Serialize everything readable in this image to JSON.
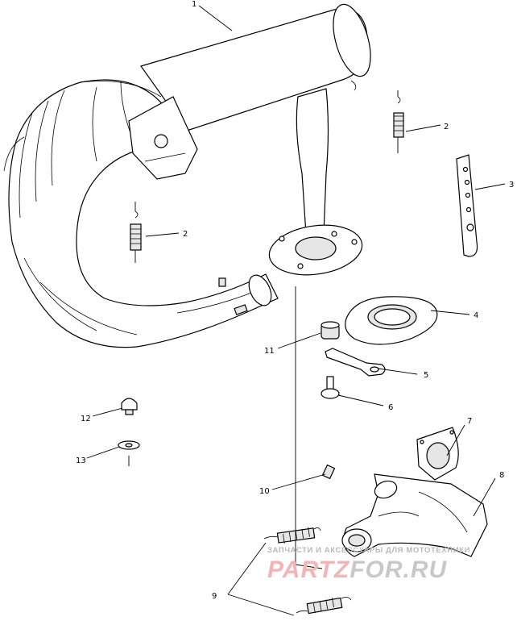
{
  "callouts": {
    "c1": "1",
    "c2a": "2",
    "c2b": "2",
    "c3": "3",
    "c4": "4",
    "c5": "5",
    "c6": "6",
    "c7": "7",
    "c8": "8",
    "c9": "9",
    "c10": "10",
    "c11": "11",
    "c12": "12",
    "c13": "13"
  },
  "watermark": {
    "caption": "ЗАПЧАСТИ И АКСЕССУАРЫ ДЛЯ МОТОТЕХНИКИ",
    "brand_left": "PARTZ",
    "brand_right": "FOR.RU",
    "brand_left_color": "#f4b4b4",
    "brand_right_color": "#c8c8c8"
  }
}
